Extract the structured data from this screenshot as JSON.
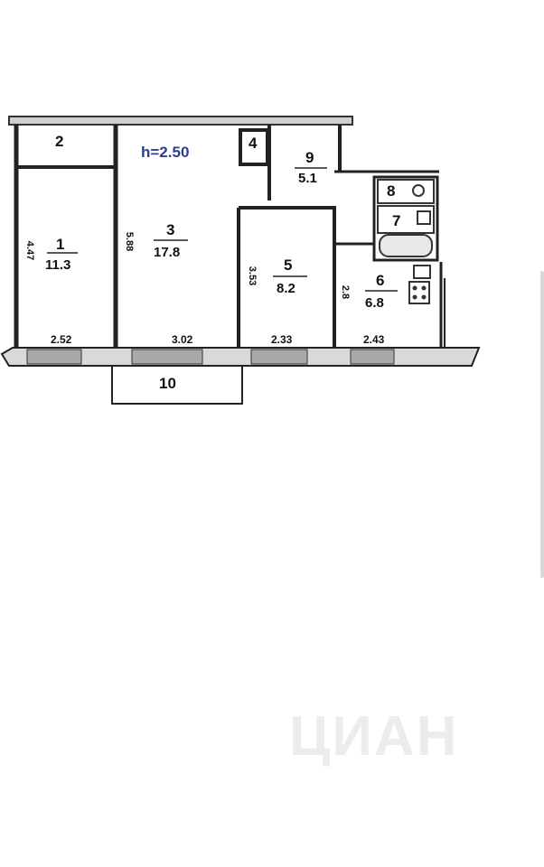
{
  "ceiling_height": "h=2.50",
  "watermark": "ЦИАН",
  "rooms": [
    {
      "id": "1",
      "number": "1",
      "area": "11.3"
    },
    {
      "id": "2",
      "number": "2"
    },
    {
      "id": "3",
      "number": "3",
      "area": "17.8"
    },
    {
      "id": "4",
      "number": "4"
    },
    {
      "id": "5",
      "number": "5",
      "area": "8.2"
    },
    {
      "id": "6",
      "number": "6",
      "area": "6.8"
    },
    {
      "id": "7",
      "number": "7"
    },
    {
      "id": "8",
      "number": "8"
    },
    {
      "id": "9",
      "number": "9",
      "area": "5.1"
    },
    {
      "id": "10",
      "number": "10"
    }
  ],
  "dimensions": {
    "room1_width": "2.52",
    "room3_width": "3.02",
    "room5_width": "2.33",
    "room6_width": "2.43",
    "room1_length": "4.47",
    "room3_length": "5.88",
    "room5_length": "3.53",
    "room6_length": "2.8"
  }
}
